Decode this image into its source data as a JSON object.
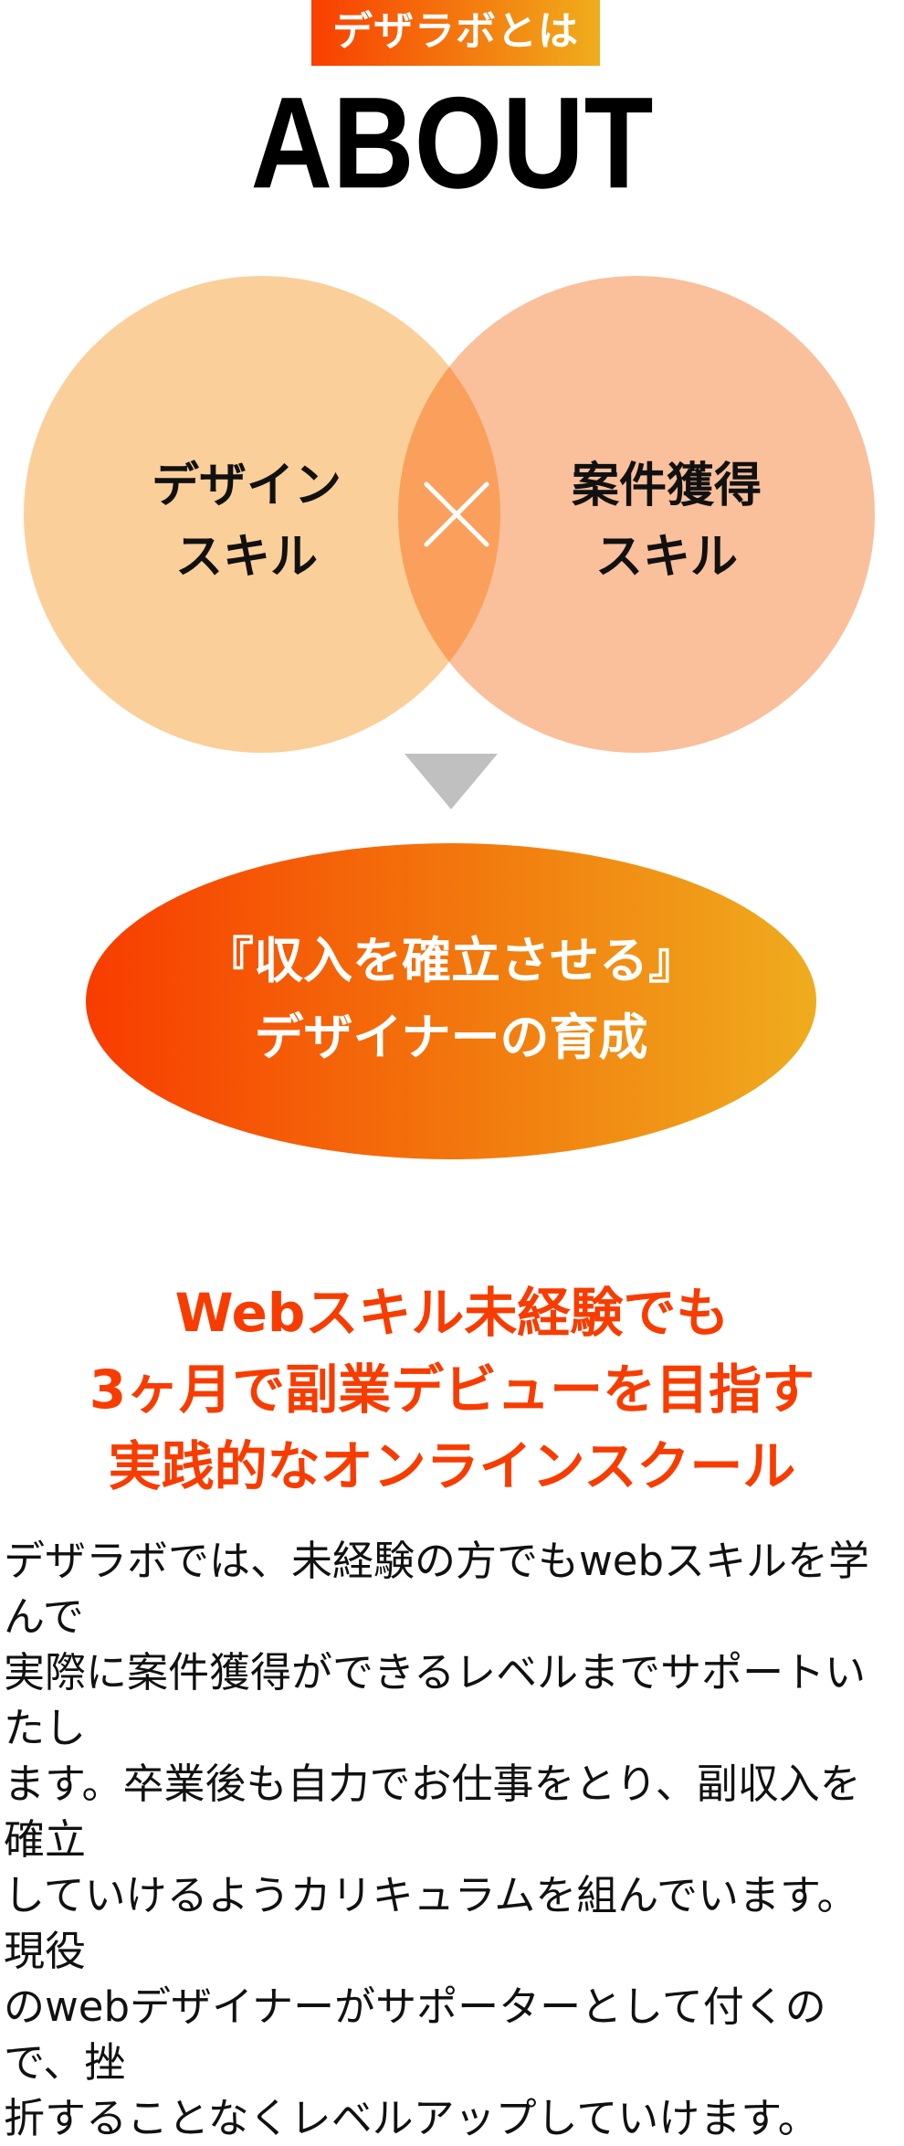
{
  "header": {
    "label": "デザラボとは",
    "title": "ABOUT"
  },
  "venn": {
    "left_line1": "デザイン",
    "left_line2": "スキル",
    "right_line1": "案件獲得",
    "right_line2": "スキル",
    "operator_icon": "times-icon",
    "colors": {
      "left": "#fbcf9a",
      "right": "#fabf9b",
      "overlap": "#fba05c"
    }
  },
  "result": {
    "line1": "『収入を確立させる』",
    "line2": "デザイナーの育成"
  },
  "headline": {
    "line1": "Webスキル未経験でも",
    "line2": "3ヶ月で副業デビューを目指す",
    "line3": "実践的なオンラインスクール",
    "color": "#f83c00"
  },
  "description": {
    "lines": [
      "デザラボでは、未経験の方でもwebスキルを学んで",
      "実際に案件獲得ができるレベルまでサポートいたし",
      "ます。卒業後も自力でお仕事をとり、副収入を確立",
      "していけるようカリキュラムを組んでいます。現役",
      "のwebデザイナーがサポーターとして付くので、挫",
      "折することなくレベルアップしていけます。"
    ]
  }
}
